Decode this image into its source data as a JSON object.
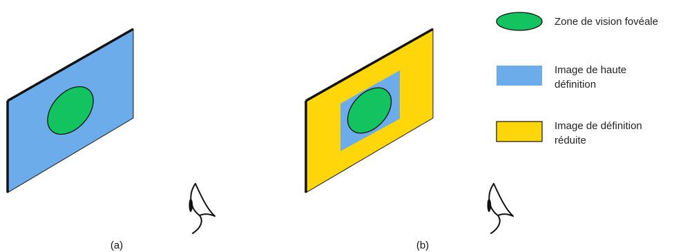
{
  "colors": {
    "foveal": "#12C35F",
    "high_def": "#6CACEA",
    "reduced_def": "#FFD60A",
    "outline": "#111111"
  },
  "panels": [
    {
      "caption": "(a)"
    },
    {
      "caption": "(b)"
    }
  ],
  "legend": {
    "items": [
      {
        "lines": [
          "Zone de vision fovéale"
        ]
      },
      {
        "lines": [
          "Image de haute",
          "définition"
        ]
      },
      {
        "lines": [
          "Image de définition",
          "réduite"
        ]
      }
    ]
  }
}
